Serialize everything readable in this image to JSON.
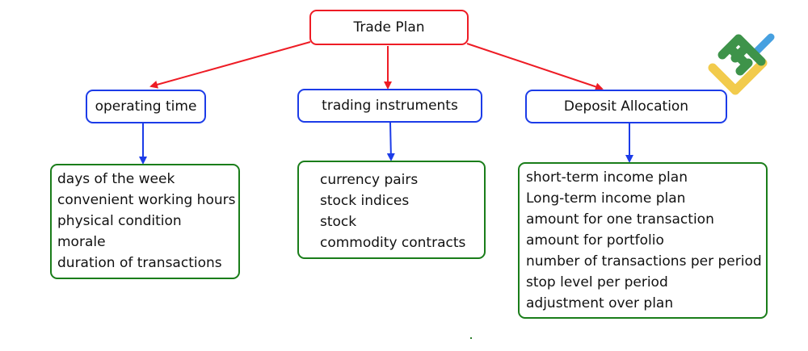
{
  "colors": {
    "root_border": "#ee1c25",
    "root_arrows": "#ee1c25",
    "category_border": "#1c3ce8",
    "category_arrows": "#1c3ce8",
    "list_border": "#1a7d1a",
    "logo_green": "#3e934a",
    "logo_blue": "#46a0e0",
    "logo_yellow": "#f2cb4c"
  },
  "root": {
    "label": "Trade Plan"
  },
  "categories": [
    {
      "label": "operating time",
      "items": [
        "days of the week",
        "convenient working hours",
        "physical condition",
        "morale",
        "duration of transactions"
      ]
    },
    {
      "label": "trading instruments",
      "items": [
        "currency pairs",
        "stock indices",
        "stock",
        "commodity contracts"
      ]
    },
    {
      "label": "Deposit Allocation",
      "items": [
        "short-term income plan",
        "Long-term income plan",
        "amount for one transaction",
        "amount for portfolio",
        "number of transactions per period",
        "stop level per period",
        "adjustment over plan"
      ]
    }
  ],
  "logo": {
    "icon": "brand-logo-icon"
  }
}
